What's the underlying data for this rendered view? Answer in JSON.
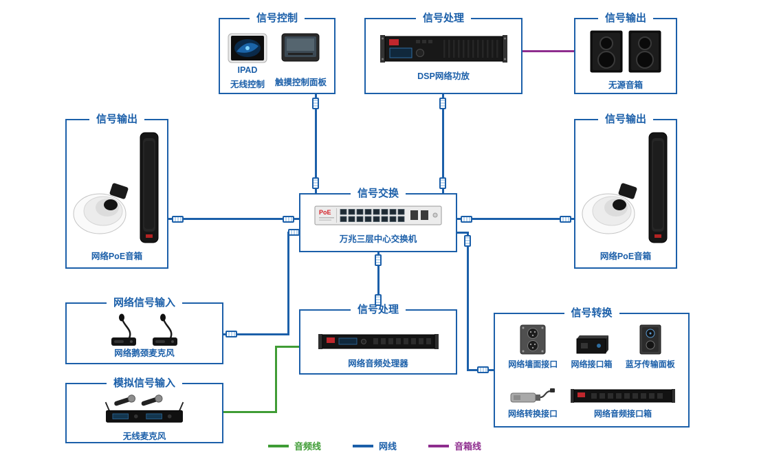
{
  "colors": {
    "box_border": "#1b5fa9",
    "title_text": "#1b5fa9",
    "network_line": "#1b5fa9",
    "audio_line": "#3f9c35",
    "speaker_line": "#8e2d8e"
  },
  "boxes": {
    "signal_control": {
      "title": "信号控制",
      "devices": [
        {
          "label_line1": "IPAD",
          "label_line2": "无线控制"
        },
        {
          "label": "触摸控制面板"
        }
      ]
    },
    "dsp_processing": {
      "title": "信号处理",
      "device": "DSP网络功放"
    },
    "passive_output": {
      "title": "信号输出",
      "device": "无源音箱"
    },
    "left_output": {
      "title": "信号输出",
      "device": "网络PoE音箱"
    },
    "right_output": {
      "title": "信号输出",
      "device": "网络PoE音箱"
    },
    "exchange": {
      "title": "信号交换",
      "device": "万兆三层中心交换机",
      "switch_label": "PoE"
    },
    "network_input": {
      "title": "网络信号输入",
      "device": "网络鹅颈麦克风"
    },
    "analog_input": {
      "title": "模拟信号输入",
      "device": "无线麦克风"
    },
    "audio_processing": {
      "title": "信号处理",
      "device": "网络音频处理器"
    },
    "conversion": {
      "title": "信号转换",
      "devices": [
        "网络墙面接口",
        "网络接口箱",
        "蓝牙传输面板",
        "网络转换接口",
        "网络音频接口箱"
      ]
    }
  },
  "legend": [
    {
      "label": "音频线",
      "color": "#3f9c35"
    },
    {
      "label": "网线",
      "color": "#1b5fa9"
    },
    {
      "label": "音箱线",
      "color": "#8e2d8e"
    }
  ]
}
